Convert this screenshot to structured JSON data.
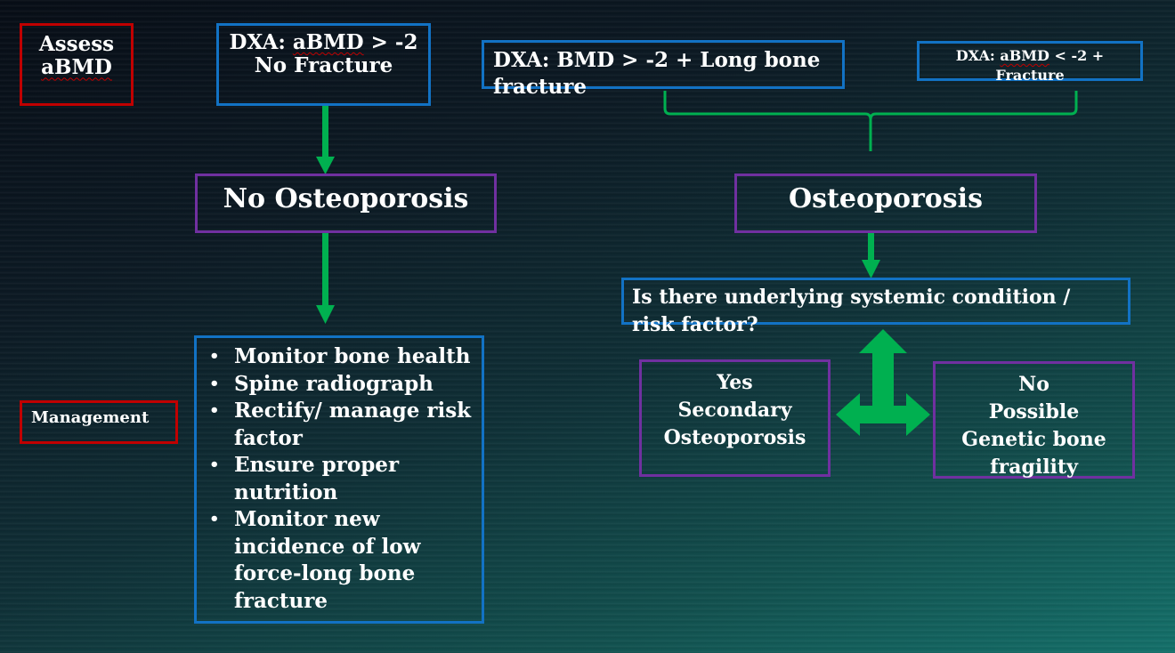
{
  "labels": {
    "assess": [
      "Assess",
      "aBMD"
    ],
    "management": "Management"
  },
  "boxes": {
    "dxa_no_fracture": {
      "line1_prefix": "DXA: ",
      "line1_term": "aBMD",
      "line1_suffix": " > -2",
      "line2": "No Fracture"
    },
    "dxa_long_bone": {
      "text": "DXA: BMD > -2 + Long bone fracture"
    },
    "dxa_fracture": {
      "line1_prefix": "DXA: ",
      "line1_term": "aBMD",
      "line1_suffix": " < -2 +",
      "line2": "Fracture"
    },
    "no_osteoporosis": "No Osteoporosis",
    "osteoporosis": "Osteoporosis",
    "question": "Is there underlying systemic condition / risk factor?",
    "yes": [
      "Yes",
      "Secondary",
      "Osteoporosis"
    ],
    "no": [
      "No",
      "Possible",
      "Genetic bone",
      "fragility"
    ]
  },
  "management_items": [
    "Monitor bone health",
    "Spine radiograph",
    "Rectify/ manage risk factor",
    "Ensure proper nutrition",
    "Monitor new incidence of low force-long bone fracture"
  ],
  "colors": {
    "arrow": "#00b050",
    "label_border": "#c00000",
    "criteria_border": "#1272c4",
    "outcome_border": "#7030a0"
  }
}
